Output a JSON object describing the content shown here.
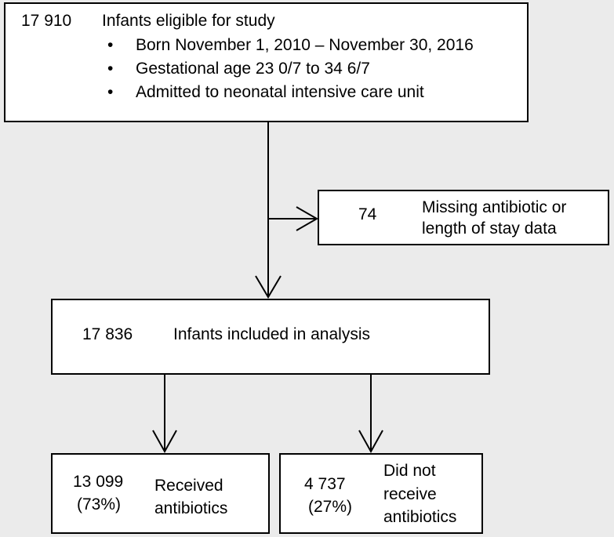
{
  "boxes": {
    "eligible": {
      "count": "17 910",
      "title": "Infants eligible for study",
      "criteria": [
        "Born November 1, 2010 – November 30, 2016",
        "Gestational age 23 0/7 to 34 6/7",
        "Admitted to neonatal intensive care unit"
      ]
    },
    "excluded": {
      "count": "74",
      "label_line1": "Missing antibiotic or",
      "label_line2": "length of stay data"
    },
    "included": {
      "count": "17 836",
      "label": "Infants included in analysis"
    },
    "received": {
      "count": "13 099",
      "percent": "(73%)",
      "label_line1": "Received",
      "label_line2": "antibiotics"
    },
    "not_received": {
      "count": "4 737",
      "percent": "(27%)",
      "label_line1": "Did not",
      "label_line2": "receive",
      "label_line3": "antibiotics"
    }
  },
  "colors": {
    "background": "#ebebeb",
    "box_fill": "#ffffff",
    "line": "#000000"
  }
}
